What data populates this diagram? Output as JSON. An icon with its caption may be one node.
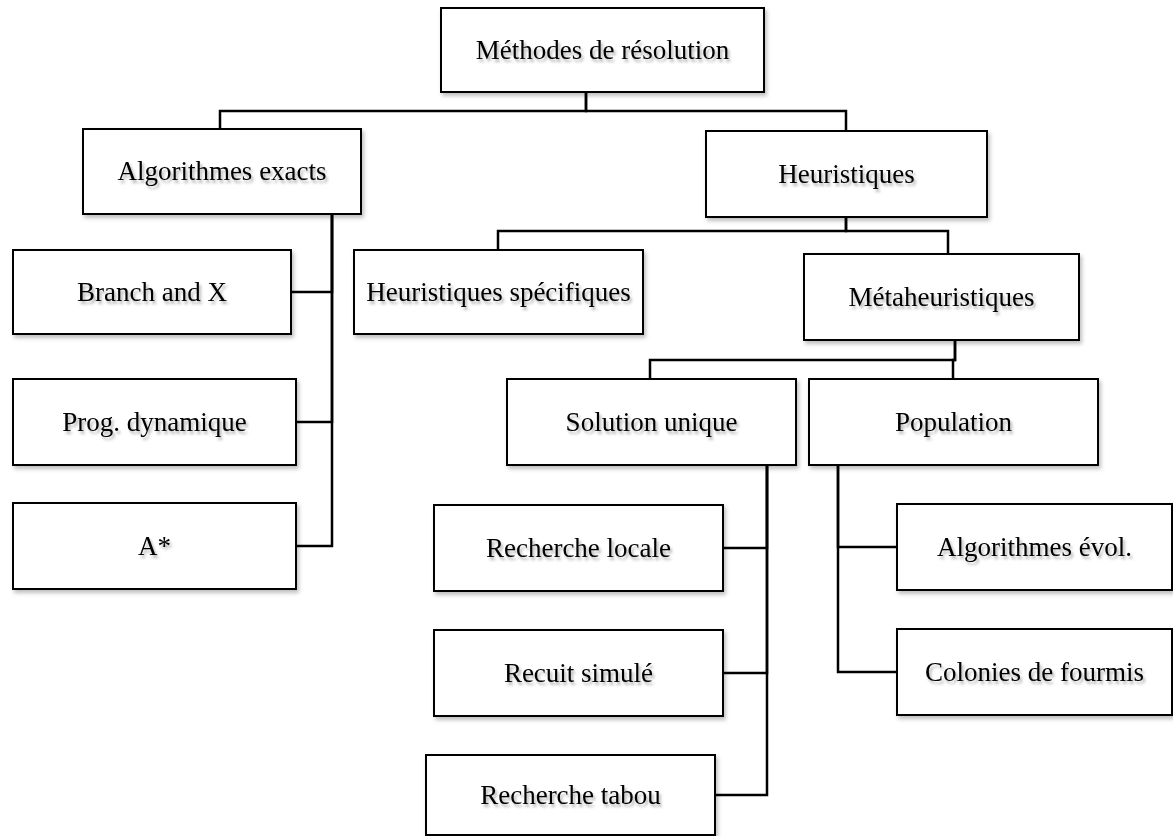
{
  "diagram": {
    "nodes": [
      {
        "text": [
          "Méthodes de résolution"
        ]
      },
      {
        "text": [
          "Algorithmes exacts"
        ]
      },
      {
        "text": [
          "Heuristiques"
        ]
      },
      {
        "text": [
          "Branch and X"
        ]
      },
      {
        "text": [
          "Prog. dynamique"
        ]
      },
      {
        "text": [
          "A*"
        ]
      },
      {
        "text": [
          "Heuristiques spécifiques"
        ]
      },
      {
        "text": [
          "Métaheuristiques"
        ]
      },
      {
        "text": [
          "Solution unique"
        ]
      },
      {
        "text": [
          "Population"
        ]
      },
      {
        "text": [
          "Recherche locale"
        ]
      },
      {
        "text": [
          "Recuit simulé"
        ]
      },
      {
        "text": [
          "Recherche tabou"
        ]
      },
      {
        "text": [
          "Algorithmes évol."
        ]
      },
      {
        "text": [
          "Colonies de fourmis"
        ]
      }
    ],
    "edges": [
      {
        "from": 0,
        "to": 1,
        "arrow": "none"
      },
      {
        "from": 0,
        "to": 2,
        "arrow": "none"
      },
      {
        "from": 1,
        "to": 3,
        "arrow": "none"
      },
      {
        "from": 1,
        "to": 4,
        "arrow": "none"
      },
      {
        "from": 1,
        "to": 5,
        "arrow": "none"
      },
      {
        "from": 2,
        "to": 6,
        "arrow": "none"
      },
      {
        "from": 2,
        "to": 7,
        "arrow": "none"
      },
      {
        "from": 7,
        "to": 8,
        "arrow": "none"
      },
      {
        "from": 7,
        "to": 9,
        "arrow": "none"
      },
      {
        "from": 8,
        "to": 10,
        "arrow": "none"
      },
      {
        "from": 8,
        "to": 11,
        "arrow": "none"
      },
      {
        "from": 8,
        "to": 12,
        "arrow": "none"
      },
      {
        "from": 9,
        "to": 13,
        "arrow": "none"
      },
      {
        "from": 9,
        "to": 14,
        "arrow": "none"
      }
    ]
  }
}
